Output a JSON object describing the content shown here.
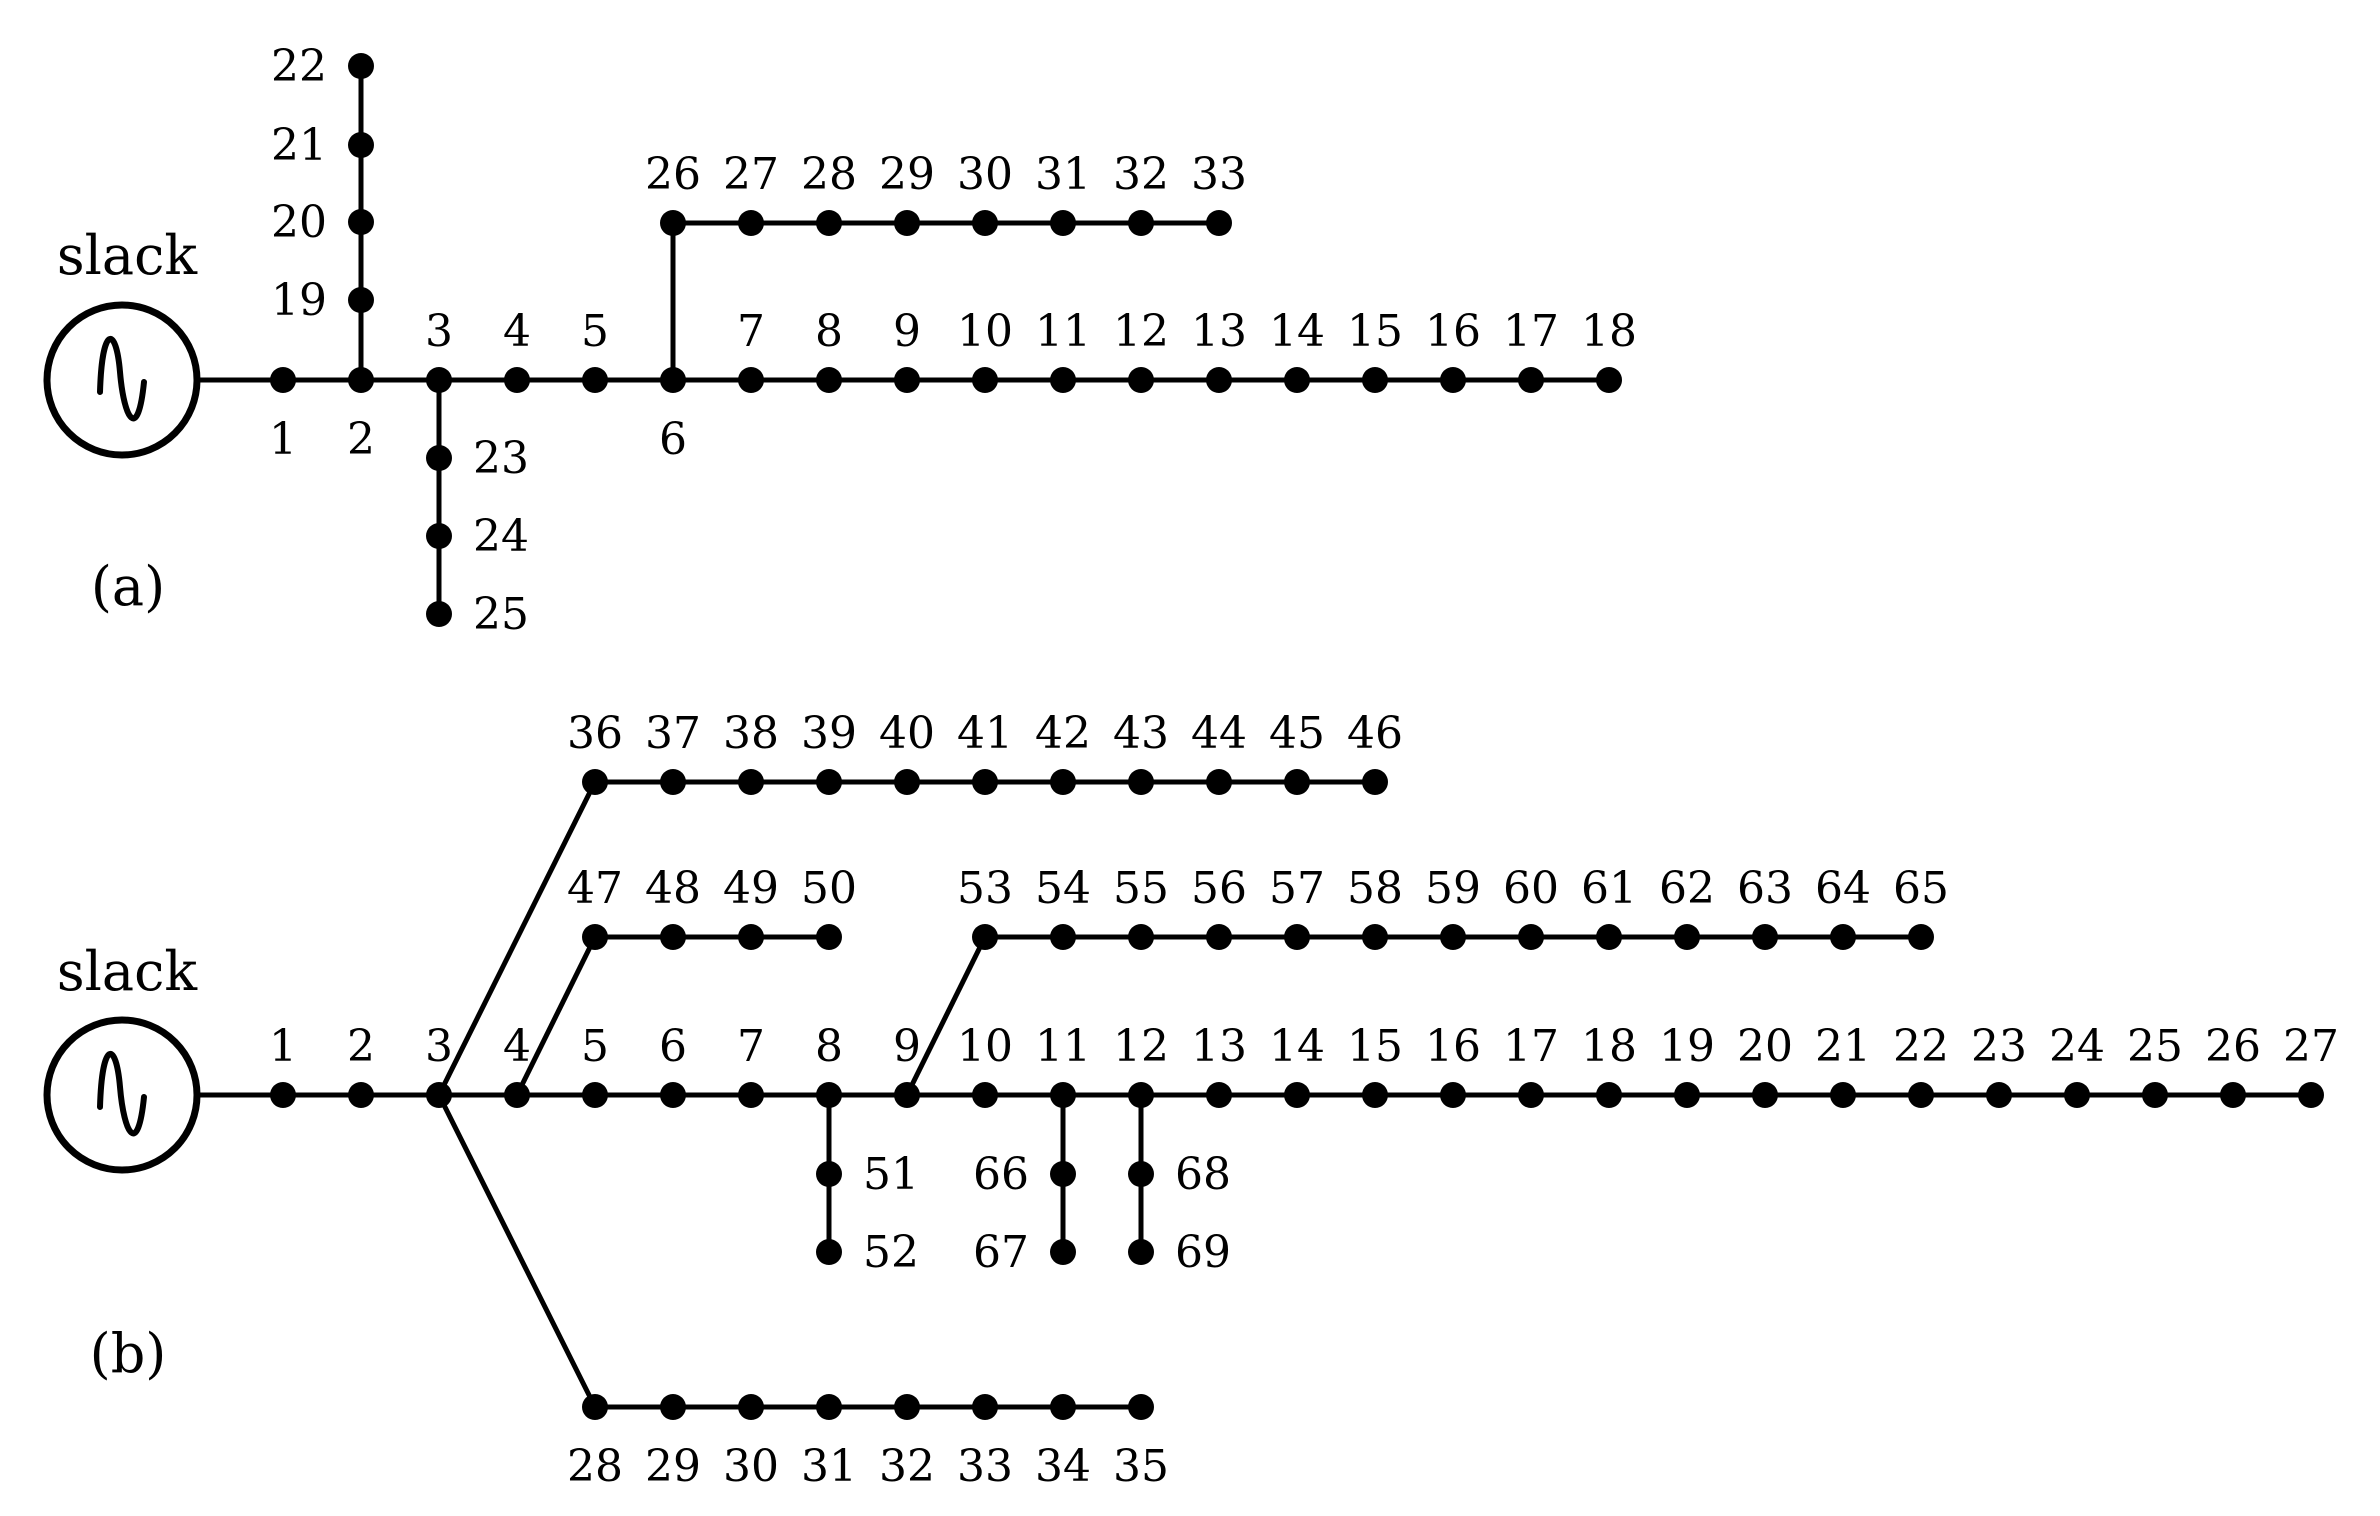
{
  "palette": {
    "ink": "#000000",
    "background": "#ffffff"
  },
  "diagrams": [
    {
      "panel_label": "(a)",
      "source_label": "slack",
      "source_icon": "ac-source-icon",
      "buses": [
        "1",
        "2",
        "3",
        "4",
        "5",
        "6",
        "7",
        "8",
        "9",
        "10",
        "11",
        "12",
        "13",
        "14",
        "15",
        "16",
        "17",
        "18",
        "19",
        "20",
        "21",
        "22",
        "23",
        "24",
        "25",
        "26",
        "27",
        "28",
        "29",
        "30",
        "31",
        "32",
        "33"
      ],
      "edges": [
        [
          "1",
          "2"
        ],
        [
          "2",
          "3"
        ],
        [
          "3",
          "4"
        ],
        [
          "4",
          "5"
        ],
        [
          "5",
          "6"
        ],
        [
          "6",
          "7"
        ],
        [
          "7",
          "8"
        ],
        [
          "8",
          "9"
        ],
        [
          "9",
          "10"
        ],
        [
          "10",
          "11"
        ],
        [
          "11",
          "12"
        ],
        [
          "12",
          "13"
        ],
        [
          "13",
          "14"
        ],
        [
          "14",
          "15"
        ],
        [
          "15",
          "16"
        ],
        [
          "16",
          "17"
        ],
        [
          "17",
          "18"
        ],
        [
          "2",
          "19"
        ],
        [
          "19",
          "20"
        ],
        [
          "20",
          "21"
        ],
        [
          "21",
          "22"
        ],
        [
          "3",
          "23"
        ],
        [
          "23",
          "24"
        ],
        [
          "24",
          "25"
        ],
        [
          "6",
          "26"
        ],
        [
          "26",
          "27"
        ],
        [
          "27",
          "28"
        ],
        [
          "28",
          "29"
        ],
        [
          "29",
          "30"
        ],
        [
          "30",
          "31"
        ],
        [
          "31",
          "32"
        ],
        [
          "32",
          "33"
        ]
      ]
    },
    {
      "panel_label": "(b)",
      "source_label": "slack",
      "source_icon": "ac-source-icon",
      "buses": [
        "1",
        "2",
        "3",
        "4",
        "5",
        "6",
        "7",
        "8",
        "9",
        "10",
        "11",
        "12",
        "13",
        "14",
        "15",
        "16",
        "17",
        "18",
        "19",
        "20",
        "21",
        "22",
        "23",
        "24",
        "25",
        "26",
        "27",
        "28",
        "29",
        "30",
        "31",
        "32",
        "33",
        "34",
        "35",
        "36",
        "37",
        "38",
        "39",
        "40",
        "41",
        "42",
        "43",
        "44",
        "45",
        "46",
        "47",
        "48",
        "49",
        "50",
        "51",
        "52",
        "53",
        "54",
        "55",
        "56",
        "57",
        "58",
        "59",
        "60",
        "61",
        "62",
        "63",
        "64",
        "65",
        "66",
        "67",
        "68",
        "69"
      ],
      "edges": [
        [
          "1",
          "2"
        ],
        [
          "2",
          "3"
        ],
        [
          "3",
          "4"
        ],
        [
          "4",
          "5"
        ],
        [
          "5",
          "6"
        ],
        [
          "6",
          "7"
        ],
        [
          "7",
          "8"
        ],
        [
          "8",
          "9"
        ],
        [
          "9",
          "10"
        ],
        [
          "10",
          "11"
        ],
        [
          "11",
          "12"
        ],
        [
          "12",
          "13"
        ],
        [
          "13",
          "14"
        ],
        [
          "14",
          "15"
        ],
        [
          "15",
          "16"
        ],
        [
          "16",
          "17"
        ],
        [
          "17",
          "18"
        ],
        [
          "18",
          "19"
        ],
        [
          "19",
          "20"
        ],
        [
          "20",
          "21"
        ],
        [
          "21",
          "22"
        ],
        [
          "22",
          "23"
        ],
        [
          "23",
          "24"
        ],
        [
          "24",
          "25"
        ],
        [
          "25",
          "26"
        ],
        [
          "26",
          "27"
        ],
        [
          "3",
          "28"
        ],
        [
          "28",
          "29"
        ],
        [
          "29",
          "30"
        ],
        [
          "30",
          "31"
        ],
        [
          "31",
          "32"
        ],
        [
          "32",
          "33"
        ],
        [
          "33",
          "34"
        ],
        [
          "34",
          "35"
        ],
        [
          "3",
          "36"
        ],
        [
          "36",
          "37"
        ],
        [
          "37",
          "38"
        ],
        [
          "38",
          "39"
        ],
        [
          "39",
          "40"
        ],
        [
          "40",
          "41"
        ],
        [
          "41",
          "42"
        ],
        [
          "42",
          "43"
        ],
        [
          "43",
          "44"
        ],
        [
          "44",
          "45"
        ],
        [
          "45",
          "46"
        ],
        [
          "4",
          "47"
        ],
        [
          "47",
          "48"
        ],
        [
          "48",
          "49"
        ],
        [
          "49",
          "50"
        ],
        [
          "8",
          "51"
        ],
        [
          "51",
          "52"
        ],
        [
          "9",
          "53"
        ],
        [
          "53",
          "54"
        ],
        [
          "54",
          "55"
        ],
        [
          "55",
          "56"
        ],
        [
          "56",
          "57"
        ],
        [
          "57",
          "58"
        ],
        [
          "58",
          "59"
        ],
        [
          "59",
          "60"
        ],
        [
          "60",
          "61"
        ],
        [
          "61",
          "62"
        ],
        [
          "62",
          "63"
        ],
        [
          "63",
          "64"
        ],
        [
          "64",
          "65"
        ],
        [
          "11",
          "66"
        ],
        [
          "66",
          "67"
        ],
        [
          "12",
          "68"
        ],
        [
          "68",
          "69"
        ]
      ]
    }
  ]
}
